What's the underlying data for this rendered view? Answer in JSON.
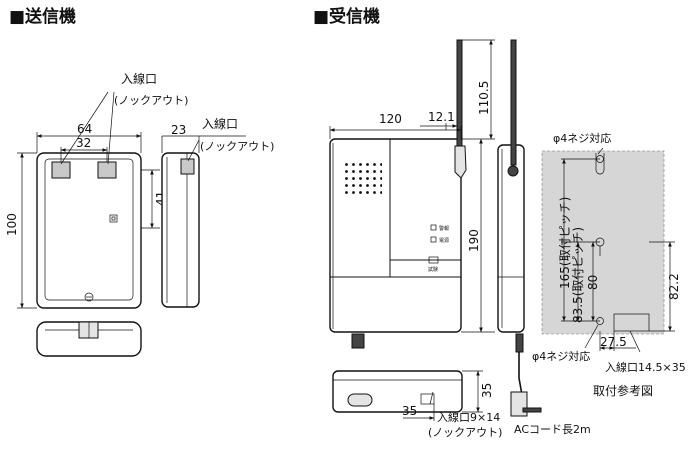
{
  "headings": {
    "transmitter": "■送信機",
    "receiver": "■受信機"
  },
  "transmitter": {
    "dims": {
      "w64": "64",
      "w32": "32",
      "h100": "100",
      "h41": "41",
      "d23": "23"
    },
    "entry_label": "入線口",
    "knockout_label": "(ノックアウト)"
  },
  "receiver": {
    "dims": {
      "w120": "120",
      "a12_1": "12.1",
      "ant110_5": "110.5",
      "h190": "190",
      "d35": "35",
      "b35": "35"
    },
    "bottom_entry_label": "入線口9×14",
    "bottom_knockout_label": "(ノックアウト)",
    "ac_cord_label": "ACコード長2m",
    "indicator_labels": [
      "警報",
      "電源"
    ],
    "test_label": "試験"
  },
  "mounting": {
    "top_screw_label": "φ4ネジ対応",
    "bottom_screw_label": "φ4ネジ対応",
    "pitch_165": "165(取付ピッチ)",
    "pitch_83_5": "83.5(取付ピッチ)",
    "d80": "80",
    "d82_2": "82.2",
    "d27_5": "27.5",
    "entry_label": "入線口14.5×35",
    "caption": "取付参考図"
  }
}
